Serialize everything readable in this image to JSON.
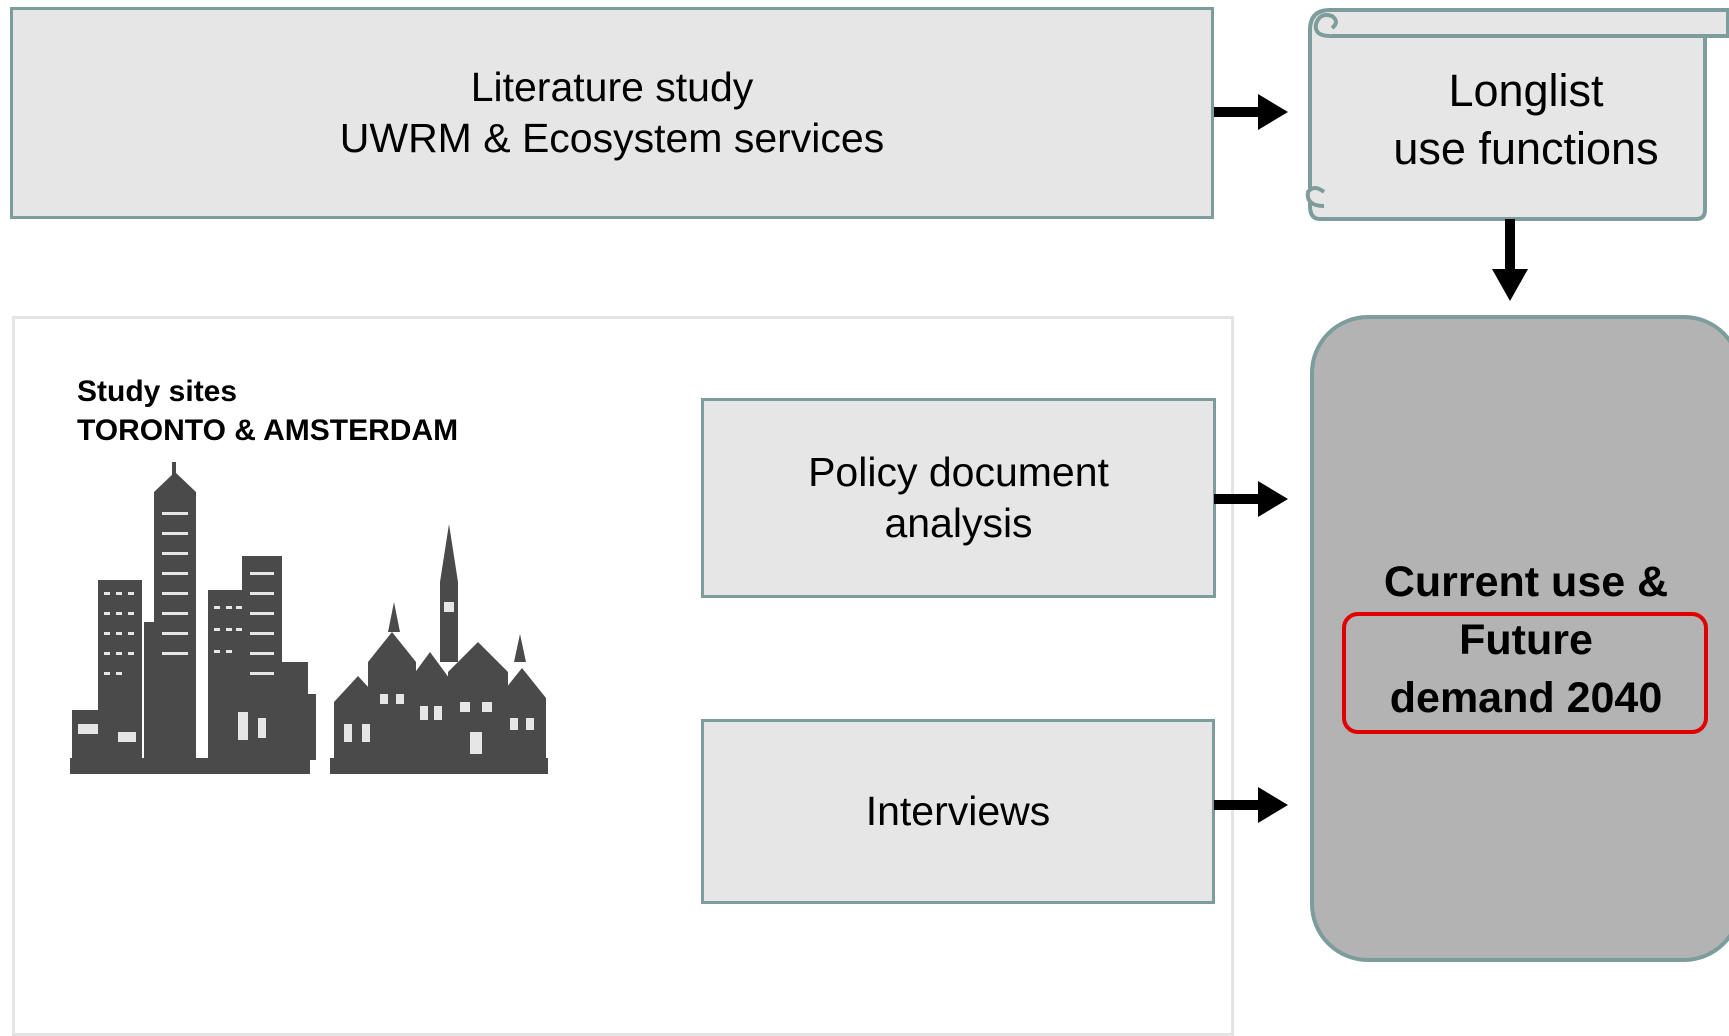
{
  "literature": {
    "line1": "Literature study",
    "line2": "UWRM & Ecosystem services"
  },
  "longlist": {
    "line1": "Longlist",
    "line2": "use functions"
  },
  "study_sites": {
    "line1": "Study sites",
    "line2": "TORONTO & AMSTERDAM"
  },
  "policy": {
    "line1": "Policy document",
    "line2": "analysis"
  },
  "interviews": {
    "label": "Interviews"
  },
  "result": {
    "line1": "Current use &",
    "line2": "Future",
    "line3": "demand 2040"
  },
  "colors": {
    "box_fill": "#e6e6e6",
    "box_border": "#7d9c9c",
    "result_fill": "#b3b3b3",
    "highlight": "#e00000",
    "city": "#4a4a4a"
  }
}
